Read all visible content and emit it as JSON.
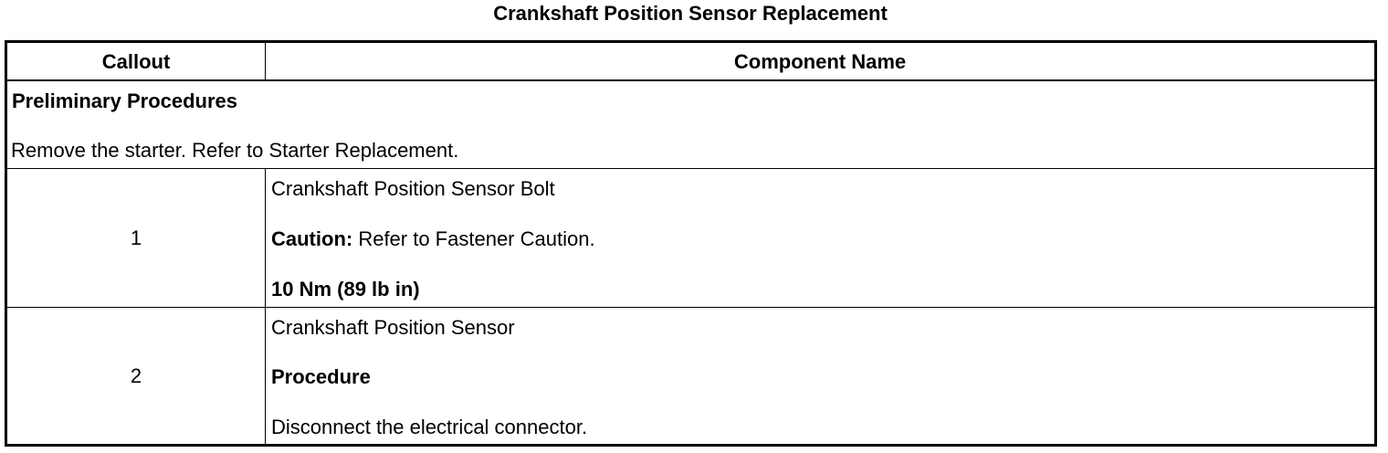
{
  "title": "Crankshaft Position Sensor Replacement",
  "table": {
    "headers": {
      "callout": "Callout",
      "component_name": "Component Name"
    },
    "preliminary": {
      "heading": "Preliminary Procedures",
      "text": "Remove the starter. Refer to Starter Replacement."
    },
    "rows": [
      {
        "callout": "1",
        "name": "Crankshaft Position Sensor Bolt",
        "caution_label": "Caution:",
        "caution_text": " Refer to Fastener Caution.",
        "torque": "10 Nm (89 lb in)"
      },
      {
        "callout": "2",
        "name": "Crankshaft Position Sensor",
        "procedure_label": "Procedure",
        "procedure_text": "Disconnect the electrical connector."
      }
    ]
  }
}
